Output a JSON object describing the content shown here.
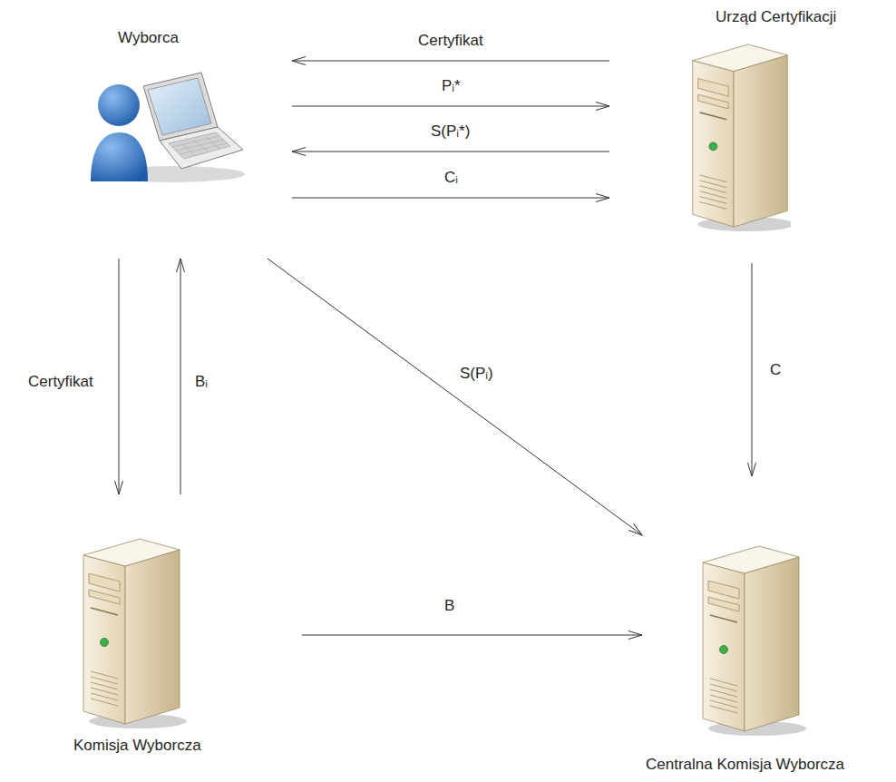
{
  "diagram": {
    "nodes": [
      {
        "text": [
          "Wyborca"
        ]
      },
      {
        "text": [
          "Urząd Certyfikacji"
        ]
      },
      {
        "text": [
          "Komisja Wyborcza"
        ]
      },
      {
        "text": [
          "Centralna Komisja Wyborcza"
        ]
      }
    ],
    "edges": [
      {
        "from": 1,
        "to": 0,
        "label": "Certyfikat",
        "arrow": "to"
      },
      {
        "from": 0,
        "to": 1,
        "label": "Pᵢ*",
        "arrow": "to"
      },
      {
        "from": 1,
        "to": 0,
        "label": "S(Pᵢ*)",
        "arrow": "to"
      },
      {
        "from": 0,
        "to": 1,
        "label": "Cᵢ",
        "arrow": "to"
      },
      {
        "from": 0,
        "to": 2,
        "label": "Certyfikat",
        "arrow": "to"
      },
      {
        "from": 2,
        "to": 0,
        "label": "Bᵢ",
        "arrow": "to"
      },
      {
        "from": 0,
        "to": 3,
        "label": "S(Pᵢ)",
        "arrow": "to"
      },
      {
        "from": 1,
        "to": 3,
        "label": "C",
        "arrow": "to"
      },
      {
        "from": 2,
        "to": 3,
        "label": "B",
        "arrow": "to"
      }
    ]
  }
}
